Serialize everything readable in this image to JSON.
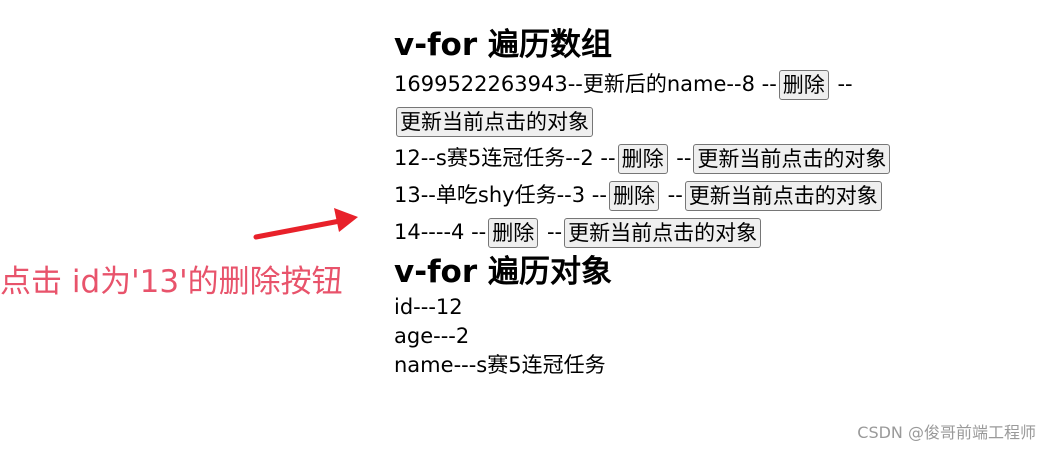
{
  "array_section": {
    "title": "v-for 遍历数组",
    "delete_label": "删除",
    "update_label": "更新当前点击的对象",
    "separator": "--",
    "items": [
      {
        "id": "1699522263943",
        "name": "更新后的name",
        "age": "8"
      },
      {
        "id": "12",
        "name": "s赛5连冠任务",
        "age": "2"
      },
      {
        "id": "13",
        "name": "单吃shy任务",
        "age": "3"
      },
      {
        "id": "14",
        "name": "",
        "age": "4"
      }
    ]
  },
  "object_section": {
    "title": "v-for 遍历对象",
    "entries": [
      {
        "key": "id",
        "value": "12"
      },
      {
        "key": "age",
        "value": "2"
      },
      {
        "key": "name",
        "value": "s赛5连冠任务"
      }
    ]
  },
  "annotation": {
    "text": "点击 id为'13'的删除按钮",
    "color": "#e8536b"
  },
  "arrow_color": "#e8212a",
  "watermark": "CSDN @俊哥前端工程师"
}
